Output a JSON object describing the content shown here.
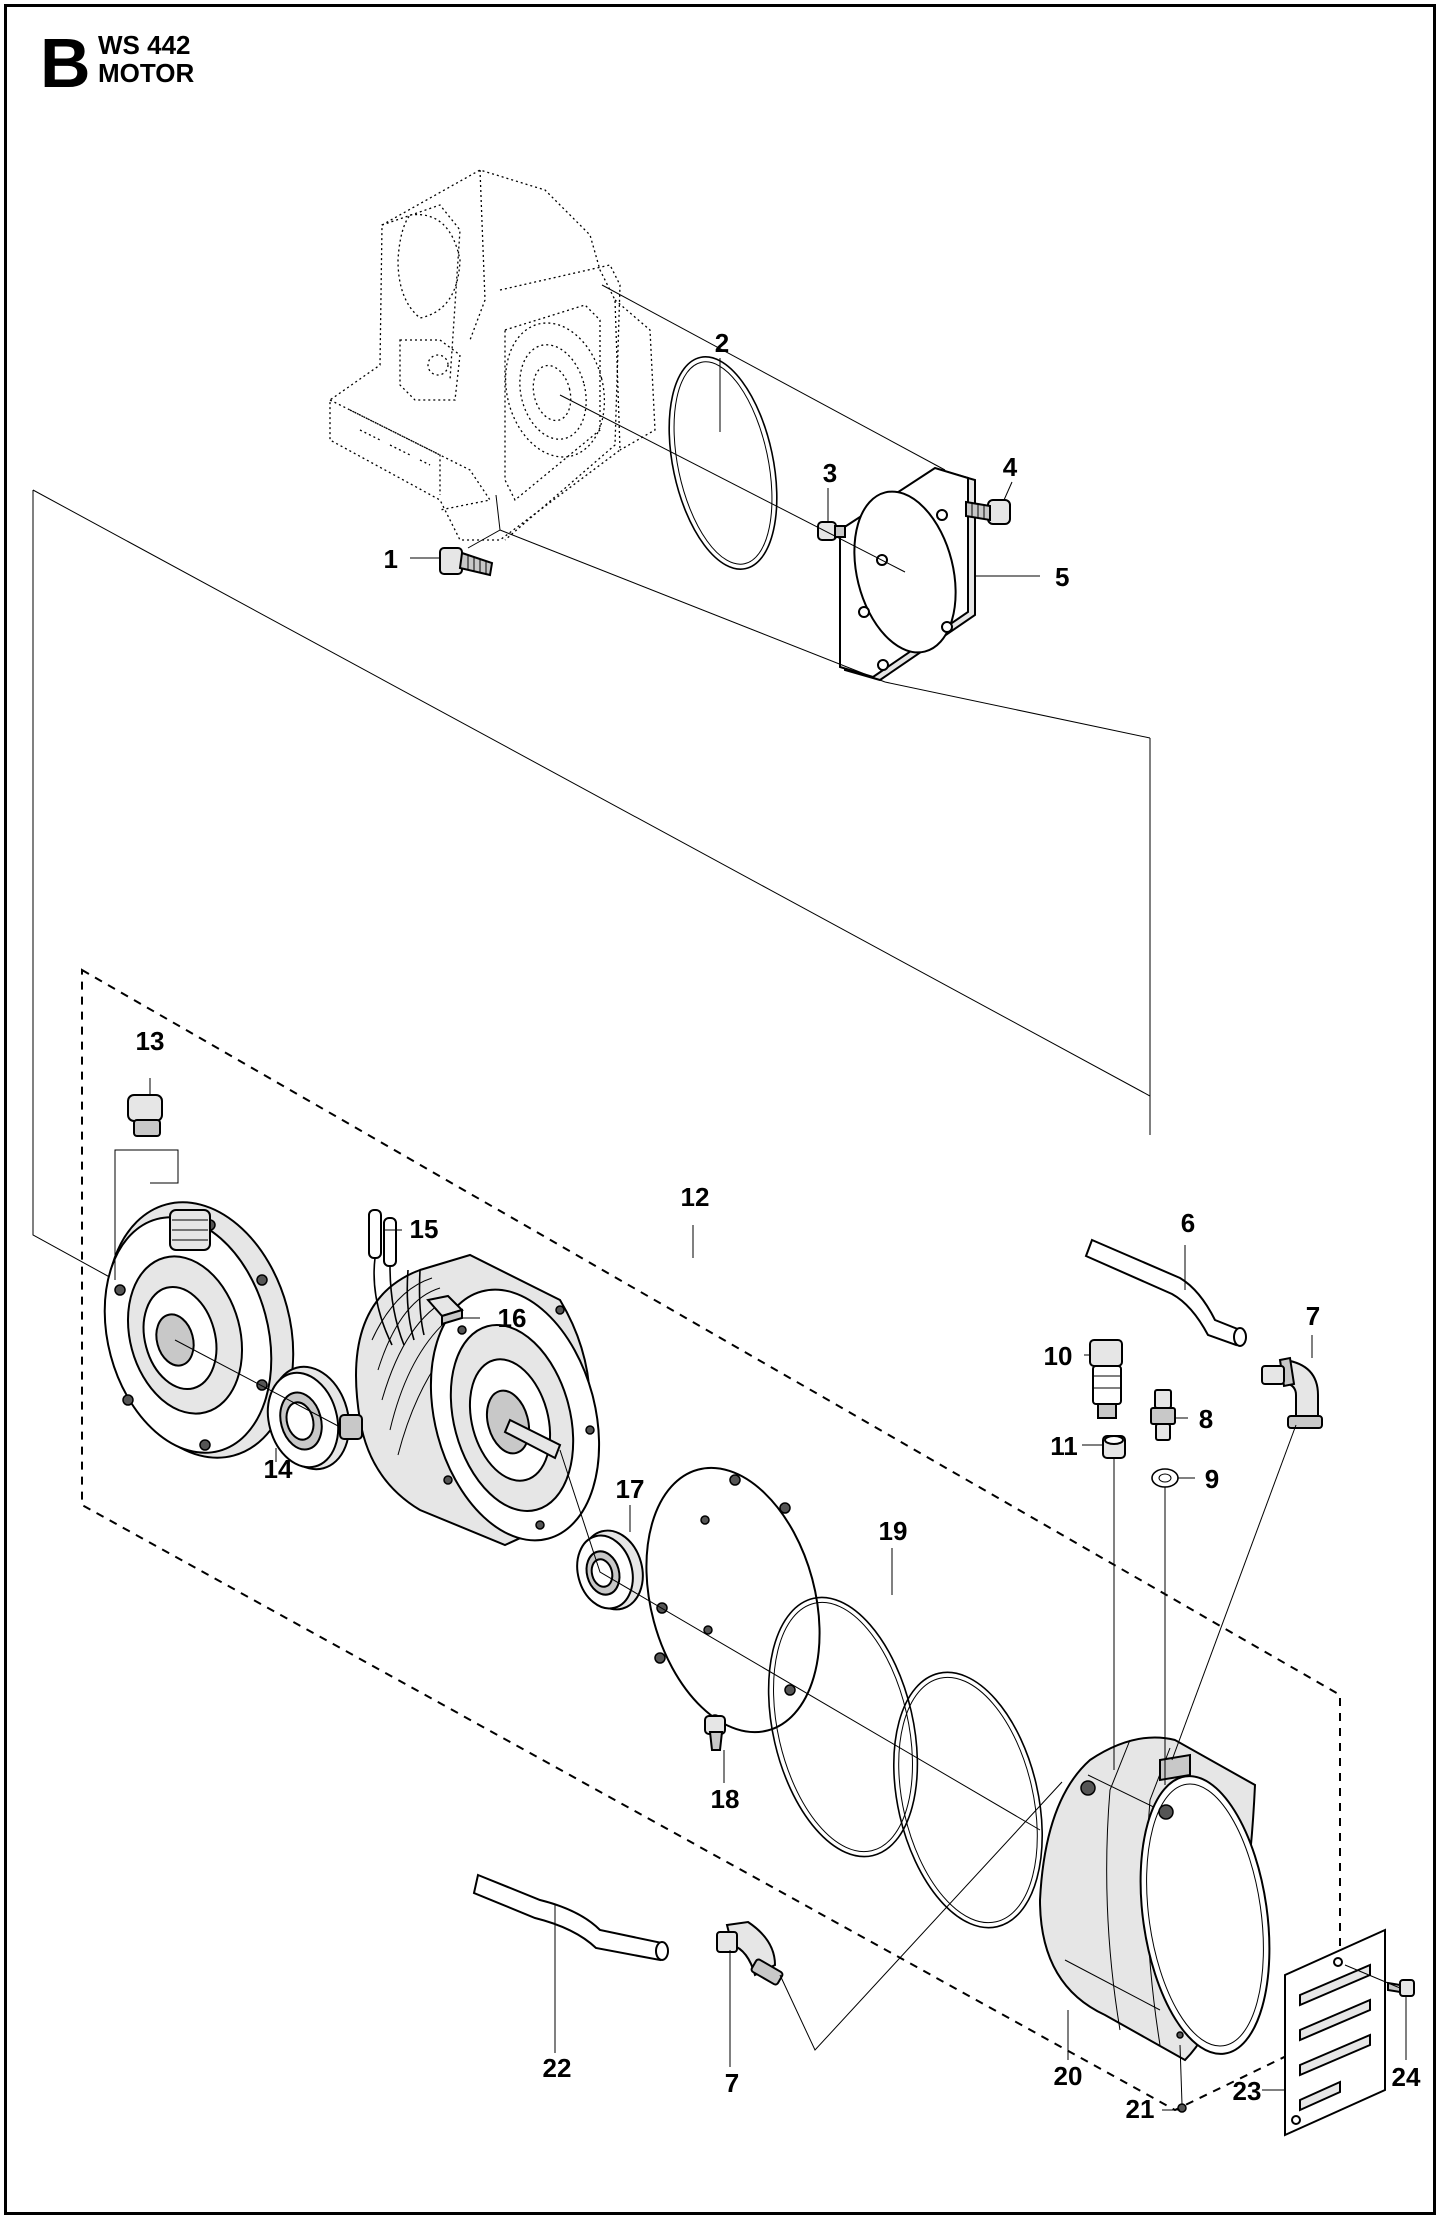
{
  "header": {
    "section_letter": "B",
    "model": "WS 442",
    "title": "MOTOR"
  },
  "callouts": [
    {
      "id": "c1",
      "label": "1"
    },
    {
      "id": "c2",
      "label": "2"
    },
    {
      "id": "c3",
      "label": "3"
    },
    {
      "id": "c4",
      "label": "4"
    },
    {
      "id": "c5",
      "label": "5"
    },
    {
      "id": "c6",
      "label": "6"
    },
    {
      "id": "c7a",
      "label": "7"
    },
    {
      "id": "c7b",
      "label": "7"
    },
    {
      "id": "c8",
      "label": "8"
    },
    {
      "id": "c9",
      "label": "9"
    },
    {
      "id": "c10",
      "label": "10"
    },
    {
      "id": "c11",
      "label": "11"
    },
    {
      "id": "c12",
      "label": "12"
    },
    {
      "id": "c13",
      "label": "13"
    },
    {
      "id": "c14",
      "label": "14"
    },
    {
      "id": "c15",
      "label": "15"
    },
    {
      "id": "c16",
      "label": "16"
    },
    {
      "id": "c17",
      "label": "17"
    },
    {
      "id": "c18",
      "label": "18"
    },
    {
      "id": "c19",
      "label": "19"
    },
    {
      "id": "c20",
      "label": "20"
    },
    {
      "id": "c21",
      "label": "21"
    },
    {
      "id": "c22",
      "label": "22"
    },
    {
      "id": "c23",
      "label": "23"
    },
    {
      "id": "c24",
      "label": "24"
    }
  ]
}
